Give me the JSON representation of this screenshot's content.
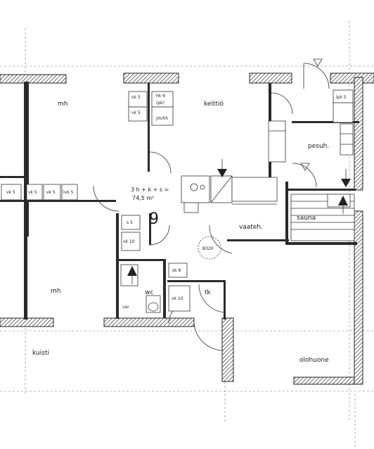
{
  "plan": {
    "apartment_number": "9",
    "apartment_type": "3 h + k + s =",
    "apartment_area": "74,5 m²",
    "door_code": "B320",
    "rooms": {
      "mh_top": "mh",
      "mh_bottom": "mh",
      "keittio": "keittiö",
      "pesuh": "pesuh.",
      "sauna": "sauna",
      "vaateh": "vaateh.",
      "wc": "wc",
      "tk": "tk",
      "kuisti": "kuisti",
      "olohuone": "olohuone"
    },
    "fixtures": {
      "hk6": "hk 6",
      "pk": "(pk)",
      "vk5_kitchen_a": "vk 5",
      "vk5_kitchen_b": "vk 5",
      "jmhh": "jm/hh",
      "lpk5": "lpk 5",
      "vk5_w1": "vk 5",
      "vk5_w2": "vk 5",
      "vk5_w3": "vk 5",
      "lvk5": "lvk 5",
      "s5": "s 5",
      "vk10_hall": "vk 10",
      "sk6": "sk 6",
      "vk10_wc": "vk 10",
      "var": "var"
    }
  }
}
